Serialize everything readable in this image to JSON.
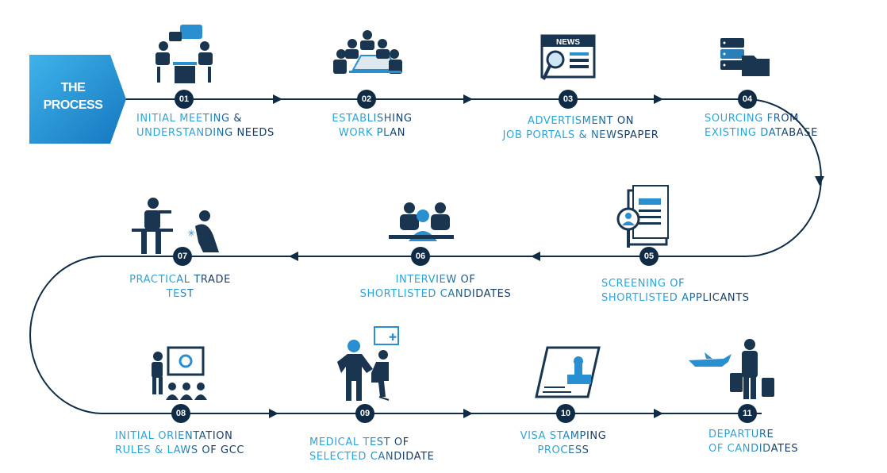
{
  "title": {
    "line1": "THE",
    "line2": "PROCESS"
  },
  "colors": {
    "navy": "#1a3550",
    "blue": "#2a8fd0",
    "line": "#0f2b45"
  },
  "steps": [
    {
      "num": "01",
      "line1": "INITIAL MEETING &",
      "line2": "UNDERSTANDING NEEDS",
      "icon": "meeting-icon"
    },
    {
      "num": "02",
      "line1": "ESTABLISHING",
      "line2": "WORK PLAN",
      "icon": "conference-table-icon"
    },
    {
      "num": "03",
      "line1": "ADVERTISMENT ON",
      "line2": "JOB PORTALS & NEWSPAPER",
      "icon": "newspaper-icon",
      "icon_text": "NEWS"
    },
    {
      "num": "04",
      "line1": "SOURCING FROM",
      "line2": "EXISTING DATABASE",
      "icon": "database-folder-icon"
    },
    {
      "num": "05",
      "line1": "SCREENING OF",
      "line2": "SHORTLISTED APPLICANTS",
      "icon": "resume-search-icon"
    },
    {
      "num": "06",
      "line1": "INTERVIEW OF",
      "line2": "SHORTLISTED CANDIDATES",
      "icon": "interview-panel-icon"
    },
    {
      "num": "07",
      "line1": "PRACTICAL TRADE",
      "line2": "TEST",
      "icon": "trade-workers-icon"
    },
    {
      "num": "08",
      "line1": "INITIAL ORIENTATION",
      "line2": "RULES & LAWS OF GCC",
      "icon": "presentation-icon"
    },
    {
      "num": "09",
      "line1": "MEDICAL TEST OF",
      "line2": "SELECTED CANDIDATE",
      "icon": "doctor-patient-icon"
    },
    {
      "num": "10",
      "line1": "VISA STAMPING",
      "line2": "PROCESS",
      "icon": "visa-stamp-icon"
    },
    {
      "num": "11",
      "line1": "DEPARTURE",
      "line2": "OF CANDIDATES",
      "icon": "traveler-airplane-icon"
    }
  ]
}
